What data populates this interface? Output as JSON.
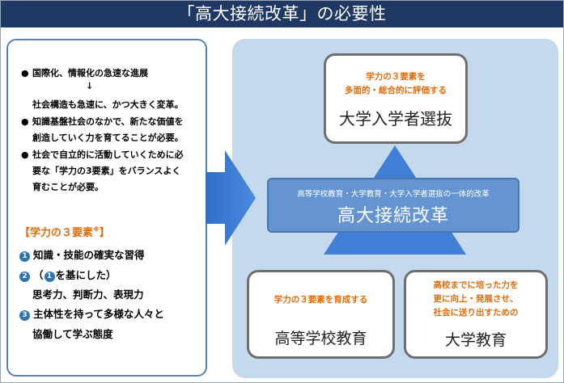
{
  "title": "「高大接続改革」の必要性",
  "left_panel": {
    "bullets": [
      {
        "marker": "●",
        "text": "国際化、情報化の急速な進展"
      },
      {
        "marker": "↓"
      },
      {
        "continuation": "社会構造も急速に、かつ大きく変革。"
      },
      {
        "marker": "●",
        "text": "知識基盤社会のなかで、新たな価値を"
      },
      {
        "continuation": "創造していく力を育てることが必要。"
      },
      {
        "marker": "●",
        "text": "社会で自立的に活動していくために必"
      },
      {
        "continuation": "要な「学力の3要素」をバランスよく"
      },
      {
        "continuation2": "育むことが必要。"
      }
    ],
    "elements_heading": "【学力の３要素",
    "elements_heading_note": "※",
    "elements_heading_close": "】",
    "elements": [
      {
        "num": "1",
        "text": "知識・技能の確実な習得"
      },
      {
        "num": "2",
        "prefix": "（",
        "inner_num": "1",
        "text": "を基にした）"
      },
      {
        "continuation": "思考力、判断力、表現力"
      },
      {
        "num": "3",
        "text": "主体性を持って多様な人々と"
      },
      {
        "continuation": "協働して学ぶ態度"
      }
    ]
  },
  "diagram": {
    "top_box": {
      "sub_line1": "学力の３要素を",
      "sub_line2": "多面的・総合的に評価する",
      "main": "大学入学者選抜"
    },
    "center": {
      "small": "高等学校教育・大学教育・大学入学者選抜の一体的改革",
      "big": "高大接続改革"
    },
    "bottom_left_box": {
      "sub_line1": "学力の３要素を育成する",
      "main": "高等学校教育"
    },
    "bottom_right_box": {
      "sub_line1": "高校までに培った力を",
      "sub_line2": "更に向上・発展させ、",
      "sub_line3": "社会に送り出すための",
      "main": "大学教育"
    }
  },
  "colors": {
    "title_bar": "#1f3864",
    "accent_orange": "#e26b0a",
    "panel_border": "#4f81bd",
    "right_area": "#c5d9ee",
    "center_box": "#6495d2",
    "arrow": "#3b7dd8"
  }
}
